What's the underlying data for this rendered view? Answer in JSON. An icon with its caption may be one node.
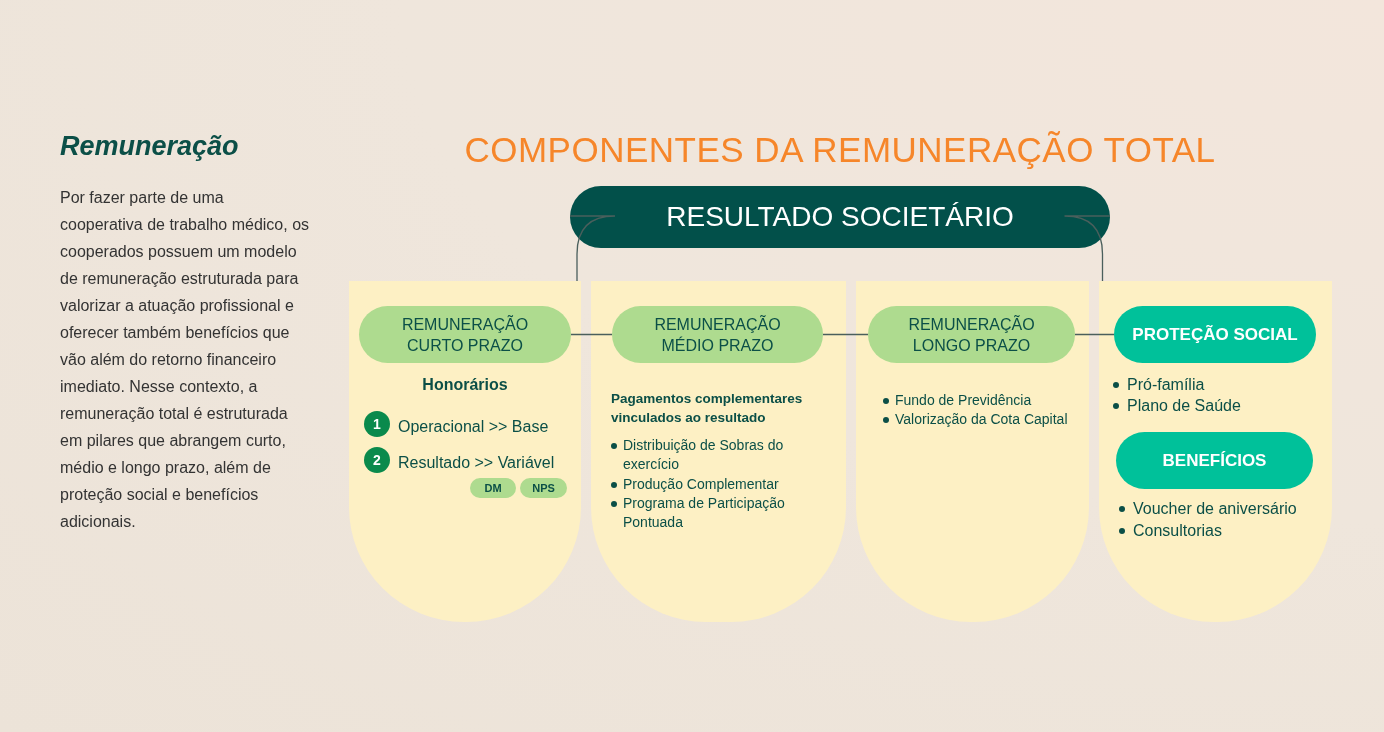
{
  "diagram": {
    "title": "COMPONENTES DA REMUNERAÇÃO TOTAL",
    "nodes": [
      {
        "text": [
          "RESULTADO SOCIETÁRIO"
        ]
      },
      {
        "text": [
          "Honorários",
          "Operacional >> Base",
          "Resultado >> Variável"
        ]
      },
      {
        "text": [
          "REMUNERAÇÃO CURTO PRAZO"
        ],
        "in": 1
      },
      {
        "text": [
          "1"
        ],
        "in": 1
      },
      {
        "text": [
          "2"
        ],
        "in": 1
      },
      {
        "text": [
          "DM"
        ],
        "in": 1
      },
      {
        "text": [
          "NPS"
        ],
        "in": 1
      },
      {
        "text": [
          "Pagamentos complementares vinculados ao resultado",
          "Distribuição de Sobras do exercício",
          "Produção Complementar",
          "Programa de Participação Pontuada"
        ]
      },
      {
        "text": [
          "REMUNERAÇÃO MÉDIO PRAZO"
        ],
        "in": 7
      },
      {
        "text": [
          "Fundo de Previdência",
          "Valorização da Cota Capital"
        ]
      },
      {
        "text": [
          "REMUNERAÇÃO LONGO PRAZO"
        ],
        "in": 9
      },
      {
        "text": [
          "Pró-família",
          "Plano de Saúde",
          "Voucher de aniversário",
          "Consultorias"
        ]
      },
      {
        "text": [
          "PROTEÇÃO SOCIAL"
        ],
        "in": 11
      },
      {
        "text": [
          "BENEFÍCIOS"
        ],
        "in": 11
      }
    ],
    "edges": [
      {
        "from": 0,
        "to": 1,
        "arrow": "none"
      },
      {
        "from": 0,
        "to": 11,
        "arrow": "none"
      },
      {
        "from": 2,
        "to": 8,
        "arrow": "none"
      },
      {
        "from": 8,
        "to": 10,
        "arrow": "none"
      },
      {
        "from": 10,
        "to": 12,
        "arrow": "none"
      }
    ],
    "labels": [
      "Remuneração",
      "Por fazer parte de uma cooperativa de trabalho médico, os cooperados possuem um modelo de remuneração estruturada para valorizar a atuação profissional e oferecer também benefícios que vão além do retorno financeiro imediato. Nesse contexto, a remuneração total é estruturada em pilares que abrangem curto, médio e longo prazo, além de proteção social e benefícios adicionais."
    ]
  }
}
